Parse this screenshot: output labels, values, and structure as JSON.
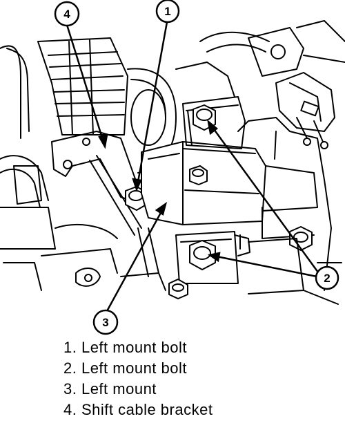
{
  "callouts": [
    {
      "number": "1",
      "label": "Left mount bolt"
    },
    {
      "number": "2",
      "label": "Left mount bolt"
    },
    {
      "number": "3",
      "label": "Left mount"
    },
    {
      "number": "4",
      "label": "Shift cable bracket"
    }
  ],
  "legend": [
    "1. Left mount bolt",
    "2. Left mount bolt",
    "3. Left mount",
    "4. Shift cable bracket"
  ]
}
